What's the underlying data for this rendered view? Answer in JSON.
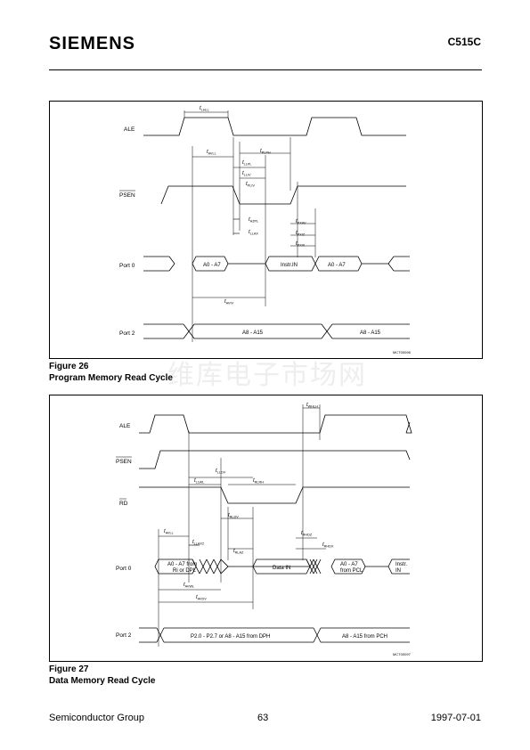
{
  "header": {
    "brand": "SIEMENS",
    "doc_id": "C515C"
  },
  "watermark": "维库电子市场网",
  "fig26": {
    "caption_num": "Figure 26",
    "caption_title": "Program Memory Read Cycle",
    "signals": {
      "ale": "ALE",
      "psen": "PSEN",
      "port0": "Port 0",
      "port2": "Port 2"
    },
    "bus": {
      "a0a7_1": "A0 - A7",
      "instr": "Instr.IN",
      "a0a7_2": "A0 - A7",
      "a8a15_1": "A8 - A15",
      "a8a15_2": "A8 - A15"
    },
    "timing": {
      "t": "t",
      "lhll": "LHLL",
      "avll": "AVLL",
      "plph": "PLPH",
      "llpl": "LLPL",
      "lliv": "LLIV",
      "pliv": "PLIV",
      "azpl": "AZPL",
      "llax": "LLAX",
      "pxav": "PXAV",
      "pxiz": "PXIZ",
      "pxix": "PXIX",
      "aviv": "AVIV"
    },
    "code": "MCT00096"
  },
  "fig27": {
    "caption_num": "Figure 27",
    "caption_title": "Data Memory Read Cycle",
    "signals": {
      "ale": "ALE",
      "psen": "PSEN",
      "rd": "RD",
      "port0": "Port 0",
      "port2": "Port 2"
    },
    "bus": {
      "a0a7_ri_1": "A0 - A7 from",
      "a0a7_ri_2": "Ri or DPL",
      "data_in": "Data IN",
      "a0a7_pcl_1": "A0 - A7",
      "a0a7_pcl_2": "from PCL",
      "instr_1": "Instr.",
      "instr_2": "IN",
      "p2_dph": "P2.0 - P2.7 or A8 - A15 from DPH",
      "a8a15_pch": "A8 - A15 from PCH"
    },
    "timing": {
      "t": "t",
      "whlh": "WHLH",
      "lldv": "LLDV",
      "llwl": "LLWL",
      "rlrh": "RLRH",
      "rldv": "RLDV",
      "avll": "AVLL",
      "llax2": "LLAX2",
      "rlaz": "RLAZ",
      "rhdz": "RHDZ",
      "rhdx": "RHDX",
      "avwl": "AVWL",
      "avdv": "AVDV"
    },
    "code": "MCT00097"
  },
  "footer": {
    "left": "Semiconductor Group",
    "page": "63",
    "date": "1997-07-01"
  }
}
